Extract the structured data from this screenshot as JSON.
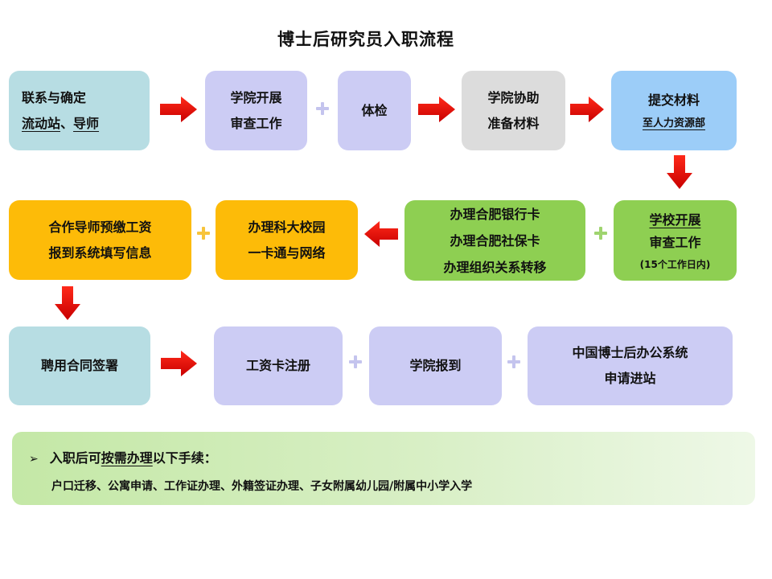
{
  "title": "博士后研究员入职流程",
  "row1": {
    "contact_pre": "联系与确定",
    "contact_station": "流动站",
    "contact_sep": "、",
    "contact_advisor": "导师",
    "college_review": [
      "学院开展",
      "审查工作"
    ],
    "physical_exam": "体检",
    "college_assist": [
      "学院协助",
      "准备材料"
    ],
    "submit_title": "提交材料",
    "submit_sub": "至人力资源部"
  },
  "row2": {
    "school_review_1": "学校开展",
    "school_review_2": "审查工作",
    "school_review_note": "(15个工作日内)",
    "bank": [
      "办理合肥银行卡",
      "办理合肥社保卡",
      "办理组织关系转移"
    ],
    "campus": [
      "办理科大校园",
      "一卡通与网络"
    ],
    "salary": [
      "合作导师预缴工资",
      "报到系统填写信息"
    ]
  },
  "row3": {
    "contract": "聘用合同签署",
    "salary_card": "工资卡注册",
    "college_report": "学院报到",
    "national_system": [
      "中国博士后办公系统",
      "申请进站"
    ]
  },
  "note": {
    "bullet": "➢",
    "heading_pre": "入职后可",
    "heading_link": "按需办理",
    "heading_post": "以下手续：",
    "items": "户口迁移、公寓申请、工作证办理、外籍签证办理、子女附属幼儿园/附属中小学入学"
  },
  "colors": {
    "teal": "#b7dde3",
    "lavender": "#ccccf4",
    "grey": "#dcdcdc",
    "blue": "#9ccdf8",
    "green": "#8ecf52",
    "orange": "#fdbb08",
    "arrow_red": "#e30613"
  },
  "icons": {
    "arrow": "red-block-arrow",
    "plus": "plus-icon",
    "bullet": "triangle-bullet-icon"
  }
}
